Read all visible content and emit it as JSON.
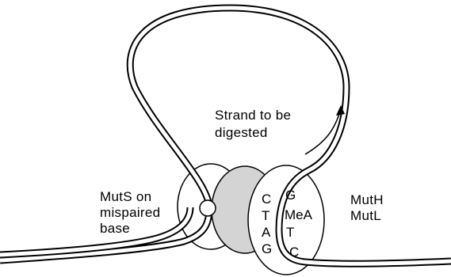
{
  "labels": {
    "strand_line1": "Strand to be",
    "strand_line2": "digested",
    "muts_line1": "MutS on",
    "muts_line2": "mispaired",
    "muts_line3": "base",
    "muth_line1": "MutH",
    "muth_line2": "MutL"
  },
  "bases": {
    "left_strand": [
      "C",
      "T",
      "A",
      "G"
    ],
    "right_strand": [
      "G",
      "MeA",
      "T",
      "C"
    ]
  },
  "colors": {
    "outline": "#000000",
    "center_protein_fill": "#d4d4d4",
    "background": "#ffffff"
  }
}
